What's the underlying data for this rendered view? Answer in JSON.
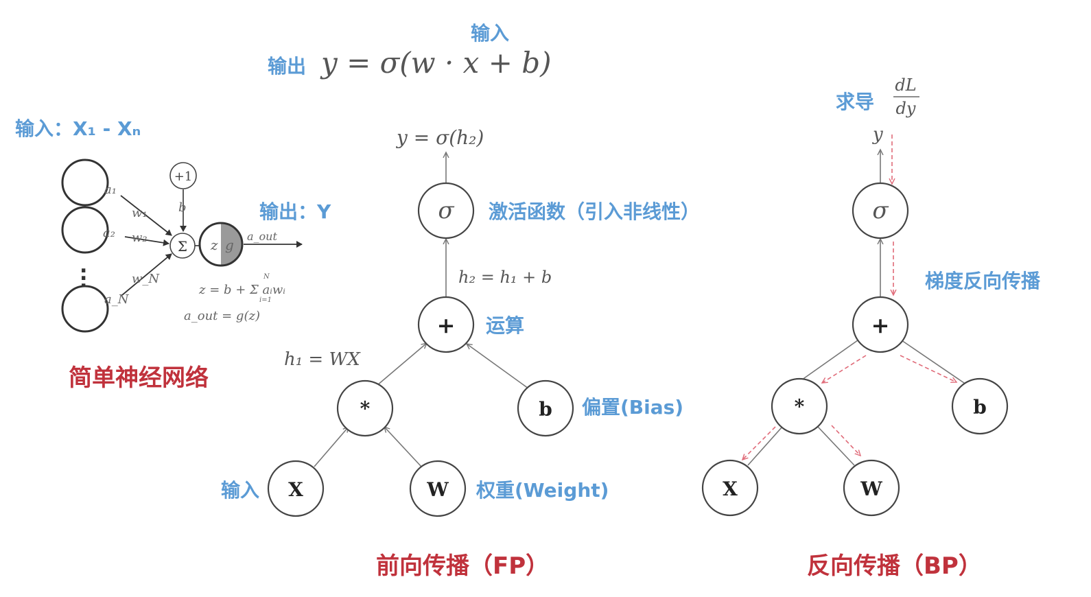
{
  "top_formula": {
    "input_label": "输入",
    "output_label": "输出",
    "expression": "y = σ(w · x + b)"
  },
  "simple_nn": {
    "input_label": "输入：X₁ - Xₙ",
    "output_label": "输出：Y",
    "caption": "简单神经网络",
    "bias_node": "+1",
    "bias_weight": "b",
    "sum_symbol": "Σ",
    "activation_z": "z",
    "activation_g": "g",
    "inputs": [
      "a₁",
      "a₂",
      "a_N"
    ],
    "weights": [
      "w₁",
      "w₂",
      "w_N"
    ],
    "output_symbol": "a_out",
    "equation_z": "z = b + Σ aᵢwᵢ",
    "sum_upper": "N",
    "sum_lower": "i=1",
    "equation_out": "a_out = g(z)"
  },
  "forward": {
    "caption": "前向传播（FP）",
    "output_formula": "y = σ(h₂)",
    "h2_formula": "h₂ = h₁ + b",
    "h1_formula": "h₁ = WX",
    "nodes": {
      "sigma": "σ",
      "plus": "+",
      "mul": "*",
      "b": "b",
      "x": "X",
      "w": "W"
    },
    "labels": {
      "activation": "激活函数（引入非线性）",
      "operation": "运算",
      "bias": "偏置(Bias)",
      "input": "输入",
      "weight": "权重(Weight)"
    }
  },
  "backward": {
    "caption": "反向传播（BP）",
    "derivative_label": "求导",
    "derivative_num": "dL",
    "derivative_den": "dy",
    "output_symbol": "y",
    "gradient_label": "梯度反向传播",
    "nodes": {
      "sigma": "σ",
      "plus": "+",
      "mul": "*",
      "b": "b",
      "x": "X",
      "w": "W"
    }
  }
}
